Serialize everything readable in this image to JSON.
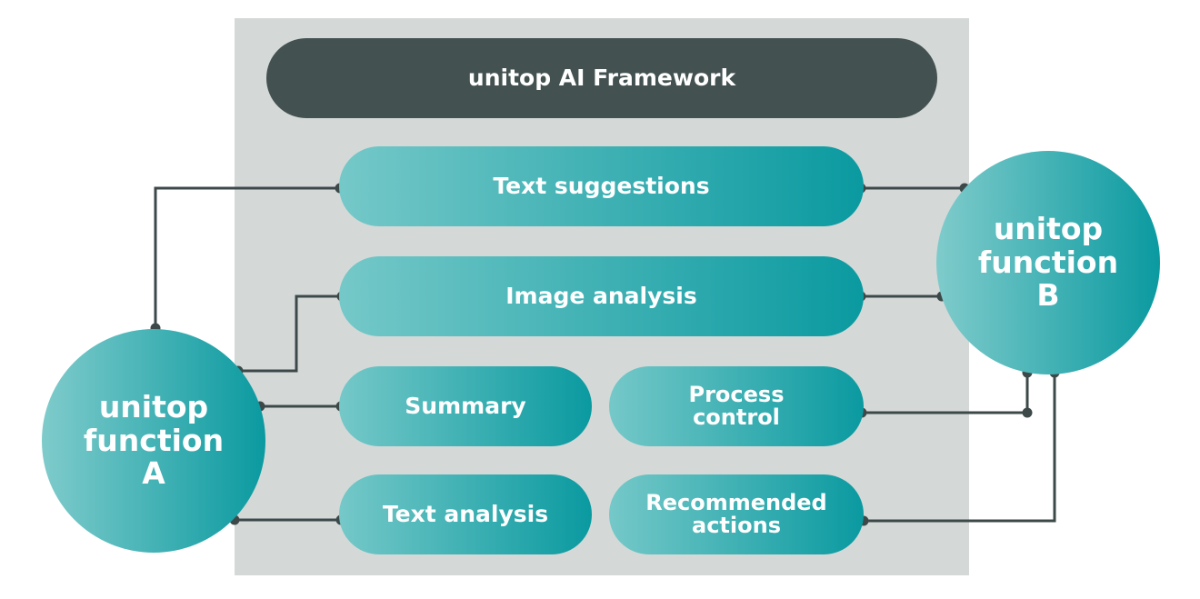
{
  "framework": {
    "title": "unitop AI Framework"
  },
  "nodes": {
    "text_suggestions": "Text suggestions",
    "image_analysis": "Image analysis",
    "summary": "Summary",
    "process_control": "Process control",
    "text_analysis": "Text analysis",
    "recommended_actions": "Recommended actions"
  },
  "functions": {
    "a": "unitop function A",
    "b": "unitop function B"
  },
  "colors": {
    "panel": "#d4d9d8",
    "dark_pill": "#435150",
    "teal_light": "#75c8c8",
    "teal_dark": "#0a9aa0",
    "connector": "#3c4948"
  }
}
